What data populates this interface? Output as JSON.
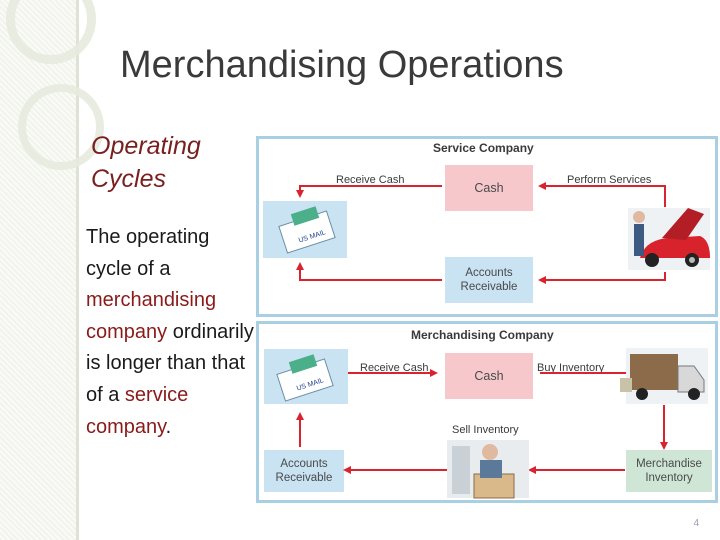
{
  "slide": {
    "title": "Merchandising Operations",
    "subtitle_line1": "Operating",
    "subtitle_line2": "Cycles",
    "body": {
      "part1": "The operating cycle of a ",
      "highlight1": "merchandising company",
      "part2": " ordinarily is longer than that of a ",
      "highlight2": "service company",
      "part3": "."
    },
    "page_number": "4"
  },
  "service_diagram": {
    "title": "Service Company",
    "receive_cash": "Receive Cash",
    "perform_services": "Perform Services",
    "cash": "Cash",
    "accounts_receivable_line1": "Accounts",
    "accounts_receivable_line2": "Receivable",
    "mail_label": "US MAIL"
  },
  "merch_diagram": {
    "title": "Merchandising Company",
    "receive_cash": "Receive Cash",
    "buy_inventory": "Buy Inventory",
    "cash": "Cash",
    "sell_inventory": "Sell Inventory",
    "accounts_receivable_line1": "Accounts",
    "accounts_receivable_line2": "Receivable",
    "merchandise_inventory_line1": "Merchandise",
    "merchandise_inventory_line2": "Inventory",
    "mail_label": "US MAIL"
  },
  "colors": {
    "arrow_red": "#d9232e",
    "diagram_border": "#a9cfe3",
    "cash_box": "#f6c8cc",
    "receivable_box": "#c9e3f2",
    "inventory_box": "#cfe6d6",
    "subtitle": "#7a1f1f"
  }
}
